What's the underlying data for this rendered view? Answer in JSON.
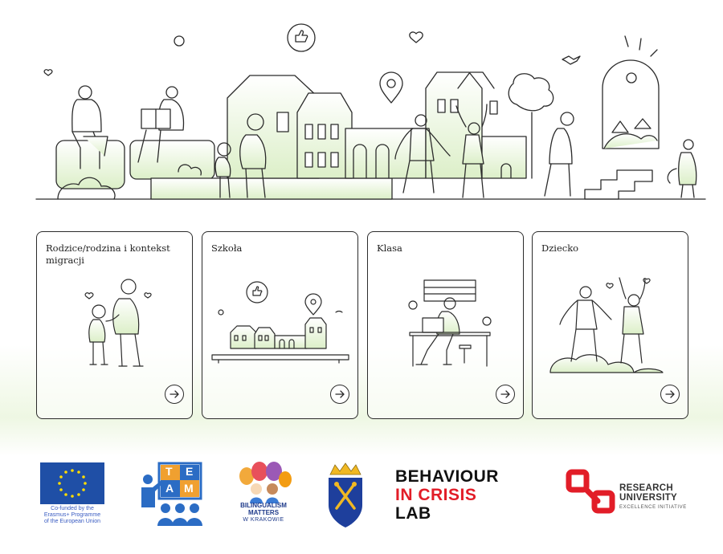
{
  "cards": [
    {
      "title": "Rodzice/rodzina i kontekst migracji"
    },
    {
      "title": "Szkoła"
    },
    {
      "title": "Klasa"
    },
    {
      "title": "Dziecko"
    }
  ],
  "icons": {
    "arrow": "arrow-right-icon",
    "like": "thumbs-up-icon",
    "pin": "location-pin-icon",
    "heart": "heart-icon"
  },
  "partners": {
    "eu_caption": [
      "Co-funded by the",
      "Erasmus+ Programme",
      "of the European Union"
    ],
    "team_letters": [
      "T",
      "E",
      "A",
      "M"
    ],
    "bilingualism": [
      "BILINGUALISM",
      "MATTERS"
    ],
    "bilingualism_city": "W KRAKOWIE",
    "behaviour": [
      "BEHAVIOUR",
      "IN CRISIS",
      "LAB"
    ],
    "research": [
      "RESEARCH",
      "UNIVERSITY"
    ],
    "research_sub": "EXCELLENCE INITIATIVE"
  },
  "colors": {
    "accent_green": "#e4f3d3",
    "line": "#2b2b2b",
    "eu_blue": "#1f4fa6",
    "eu_star": "#ffdd00",
    "lab_red": "#e21d28",
    "team_blue": "#2b6cc4",
    "team_orange": "#f0a030"
  }
}
